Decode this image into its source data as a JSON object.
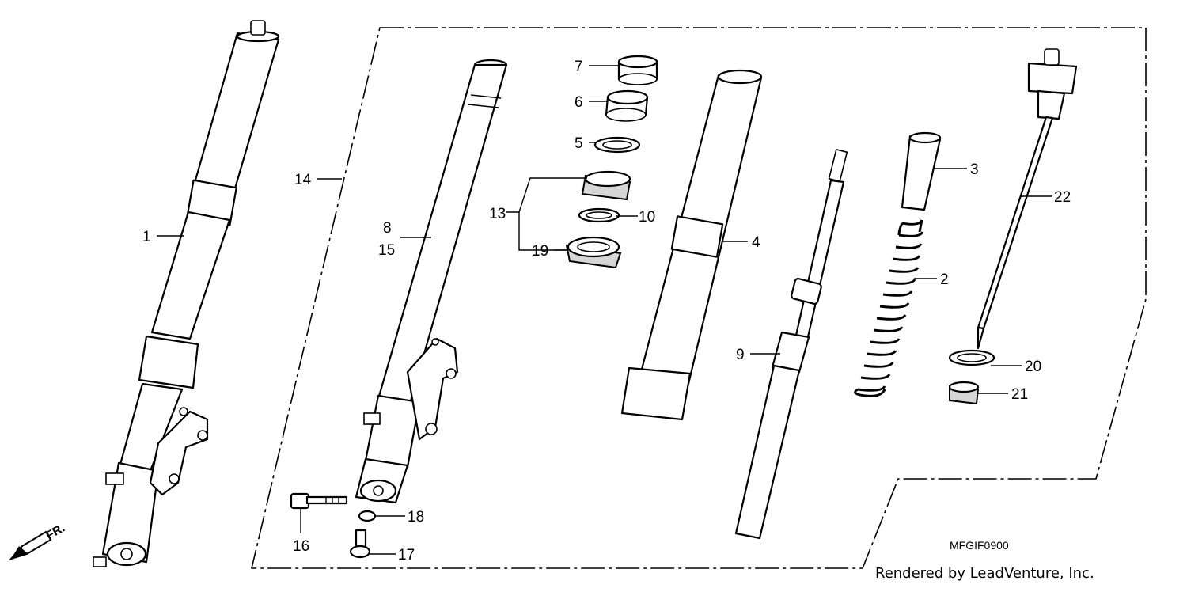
{
  "diagram": {
    "callouts": {
      "c1": "1",
      "c2": "2",
      "c3": "3",
      "c4": "4",
      "c5": "5",
      "c6": "6",
      "c7": "7",
      "c8": "8",
      "c9": "9",
      "c10": "10",
      "c13": "13",
      "c14": "14",
      "c15": "15",
      "c16": "16",
      "c17": "17",
      "c18": "18",
      "c19": "19",
      "c20": "20",
      "c21": "21",
      "c22": "22"
    },
    "direction_label": "FR.",
    "diagram_code": "MFGIF0900",
    "credit": "Rendered by LeadVenture, Inc."
  }
}
